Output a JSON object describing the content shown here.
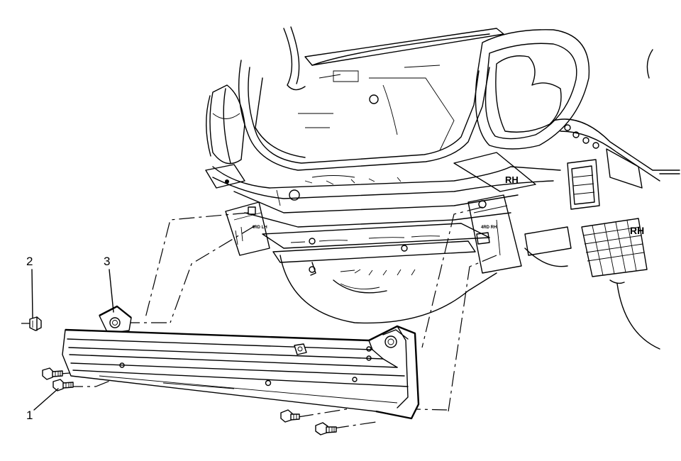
{
  "callouts": [
    {
      "id": "1",
      "label": "1"
    },
    {
      "id": "2",
      "label": "2"
    },
    {
      "id": "3",
      "label": "3"
    }
  ],
  "embossed_marks": {
    "rh_panel": "RH",
    "rh_bracket": "RH"
  }
}
